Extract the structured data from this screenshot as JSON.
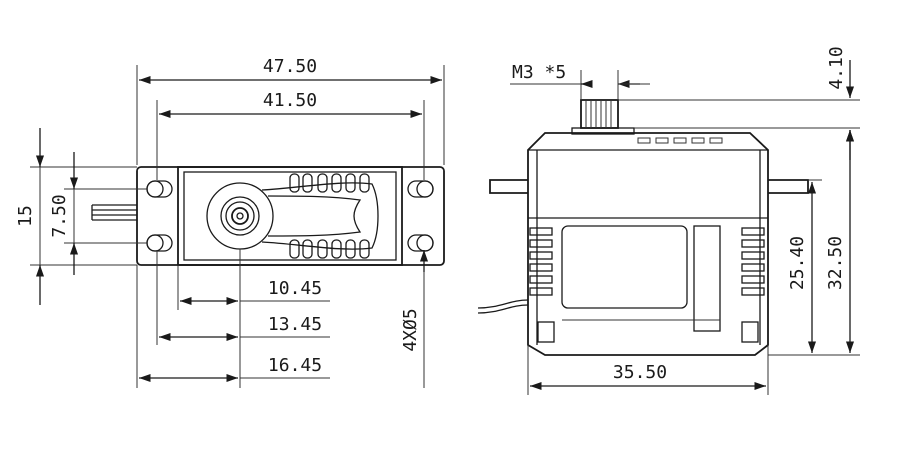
{
  "dimensions": {
    "overall_length": "47.50",
    "mount_hole_span": "41.50",
    "shaft_offset_a": "10.45",
    "shaft_offset_b": "13.45",
    "shaft_offset_c": "16.45",
    "ear_width": "15",
    "ear_half_width": "7.50",
    "mount_holes": "4XØ5",
    "spline": "M3 *5",
    "spline_height": "4.10",
    "body_width": "35.50",
    "ear_height": "25.40",
    "body_height": "32.50"
  },
  "colors": {
    "line": "#1a1a1a",
    "background": "#ffffff"
  }
}
